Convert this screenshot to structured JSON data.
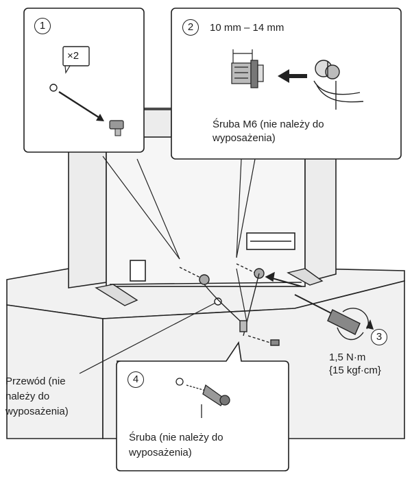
{
  "steps": {
    "step1": {
      "number": "1",
      "count": "×2"
    },
    "step2": {
      "number": "2",
      "measure": "10 mm – 14 mm",
      "screw_label_line1": "Śruba M6 (nie należy do",
      "screw_label_line2": "wyposażenia)"
    },
    "step3": {
      "number": "3",
      "torque_line1": "1,5 N·m",
      "torque_line2": "{15 kgf·cm}"
    },
    "step4": {
      "number": "4",
      "screw_label_line1": "Śruba (nie należy do",
      "screw_label_line2": "wyposażenia)"
    }
  },
  "cable_label": {
    "line1": "Przewód (nie",
    "line2": "należy do",
    "line3": "wyposażenia)"
  },
  "colors": {
    "line": "#222222",
    "panel_border": "#1e1e1e",
    "tv_fill": "#f4f4f4",
    "stand_fill": "#efefef"
  }
}
